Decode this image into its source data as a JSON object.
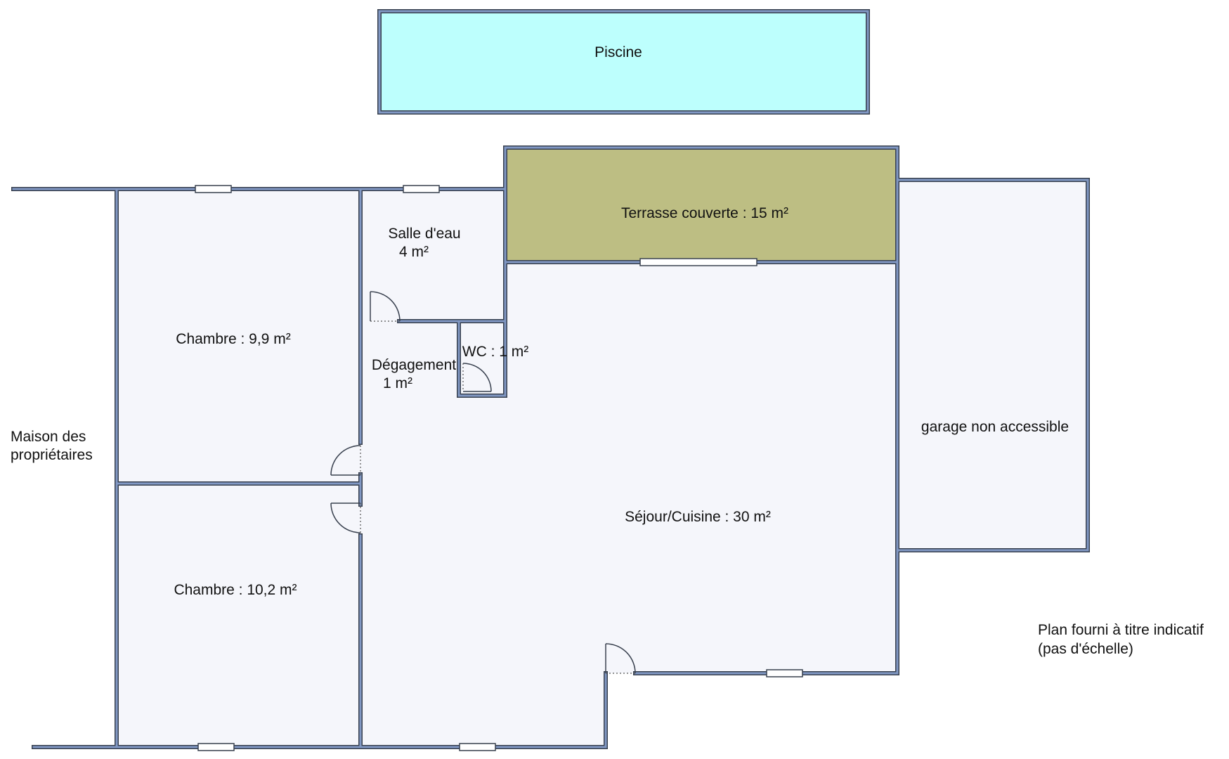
{
  "colors": {
    "floor": "#f5f6fb",
    "wall_outer": "#38404e",
    "wall_inner": "#8198c4",
    "pool": "#bdfffd",
    "terrace": "#bdbe83"
  },
  "labels": {
    "pool": "Piscine",
    "terrace": "Terrasse couverte : 15 m²",
    "bathroom_line1": "Salle d'eau",
    "bathroom_line2": "4 m²",
    "bedroom1": "Chambre : 9,9 m²",
    "hallway_line1": "Dégagement",
    "hallway_line2": "1 m²",
    "wc": "WC : 1 m²",
    "owners_line1": "Maison des",
    "owners_line2": "propriétaires",
    "garage": "garage non accessible",
    "living": "Séjour/Cuisine : 30 m²",
    "bedroom2": "Chambre : 10,2 m²",
    "note_line1": "Plan fourni à titre indicatif",
    "note_line2": "(pas d'échelle)"
  }
}
